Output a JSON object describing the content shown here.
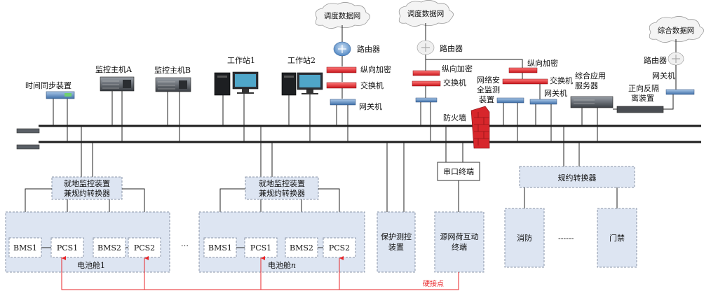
{
  "clouds": {
    "dispatch1": "调度数据网",
    "dispatch2": "调度数据网",
    "integrated": "综合数据网"
  },
  "devices": {
    "time_sync": "时间同步装置",
    "monitor_a": "监控主机A",
    "monitor_b": "监控主机B",
    "workstation1": "工作站1",
    "workstation2": "工作站2",
    "router1": "路由器",
    "encrypt1": "纵向加密",
    "switch1": "交换机",
    "gateway1": "网关机",
    "router2": "路由器",
    "encrypt2": "纵向加密",
    "switch2": "交换机",
    "firewall": "防火墙",
    "net_monitor": [
      "网络安",
      "全监测",
      "装置"
    ],
    "encrypt3": "纵向加密",
    "switch3": "交换机",
    "gateway3": "网关机",
    "app_server": [
      "综合应用",
      "服务器"
    ],
    "isolation": [
      "正向反隔",
      "离装置"
    ],
    "router3": "路由器",
    "gateway4": "网关机"
  },
  "converters": {
    "local1": [
      "就地监控装置",
      "兼规约转换器"
    ],
    "localn": [
      "就地监控装置",
      "兼规约转换器"
    ],
    "serial": "串口终端",
    "protocol": "规约转换器"
  },
  "cabins": {
    "cabin1": {
      "bms1": "BMS1",
      "pcs1": "PCS1",
      "bms2": "BMS2",
      "pcs2": "PCS2",
      "label": "电池舱1"
    },
    "cabinn": {
      "bms1": "BMS1",
      "pcs1": "PCS1",
      "bms2": "BMS2",
      "pcs2": "PCS2",
      "label_main": "电池舱",
      "label_italic": "n"
    },
    "ellipsis": "…"
  },
  "bottom_boxes": {
    "protection": [
      "保护测控",
      "装置"
    ],
    "interaction": [
      "源网荷互动",
      "终端"
    ],
    "fire": "消防",
    "dashes": "------",
    "access": "门禁"
  },
  "hard_contact": "硬接点",
  "colors": {
    "panel_bg": "#dde5f2",
    "panel_border": "#8a95a8",
    "red_device": "#e8262a",
    "switch_blue": "#4a7fb8",
    "hard_wire": "#e8262a"
  }
}
